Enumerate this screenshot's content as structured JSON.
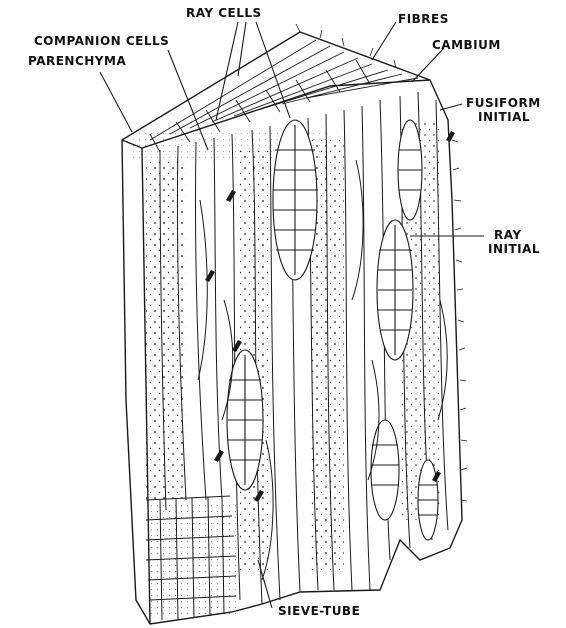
{
  "labels": {
    "ray_cells": "RAY CELLS",
    "fibres": "FIBRES",
    "companion_cells": "COMPANION CELLS",
    "cambium": "CAMBIUM",
    "parenchyma": "PARENCHYMA",
    "fusiform_initial_line1": "FUSIFORM",
    "fusiform_initial_line2": "INITIAL",
    "ray_initial_line1": "RAY",
    "ray_initial_line2": "INITIAL",
    "sieve_tube": "SIEVE-TUBE"
  },
  "colors": {
    "ink": "#1a1a1a",
    "background": "#ffffff"
  }
}
